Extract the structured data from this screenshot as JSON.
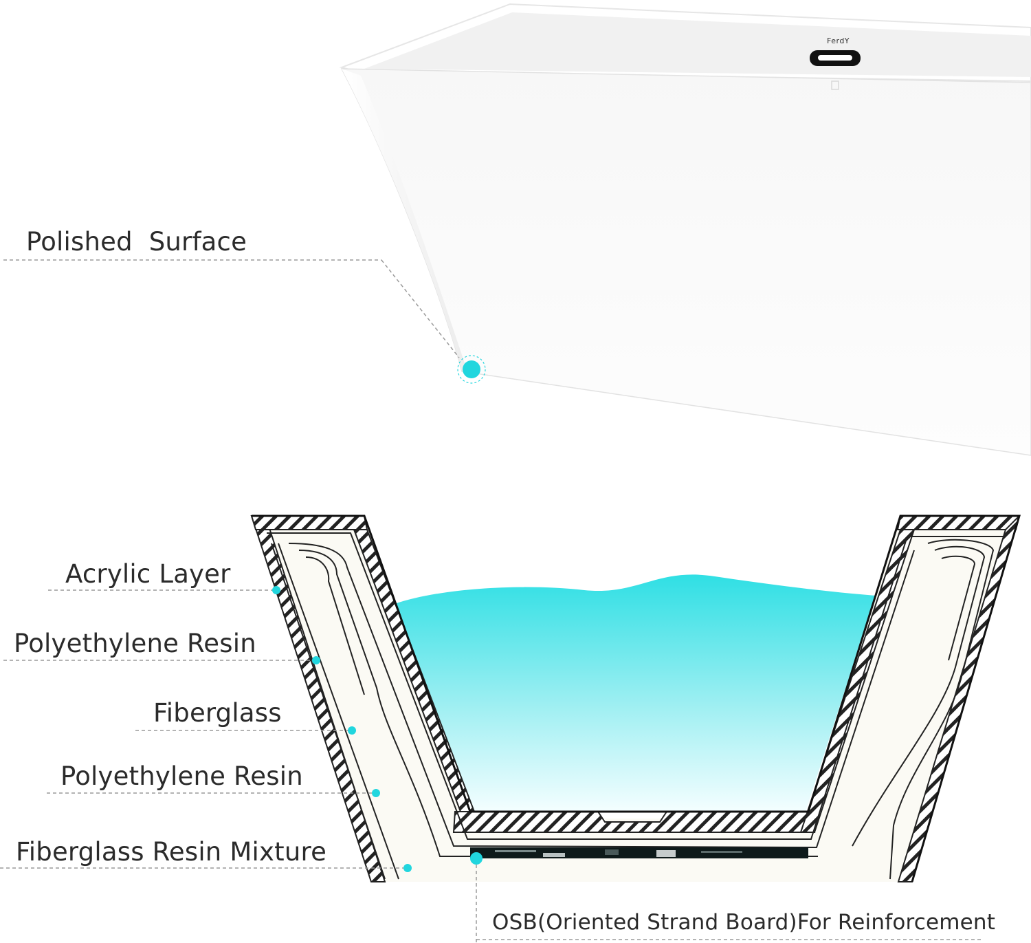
{
  "product": {
    "brand_mark": "FerdY"
  },
  "colors": {
    "accent": "#21d6de",
    "water_top": "#2fdfe4",
    "water_bottom": "#f4feff",
    "hatch": "#222222",
    "leader": "#9a9a9a"
  },
  "callouts": {
    "polished_surface": "Polished  Surface",
    "acrylic_layer": "Acrylic Layer",
    "polyethylene_resin_1": "Polyethylene Resin",
    "fiberglass": "Fiberglass",
    "polyethylene_resin_2": "Polyethylene Resin",
    "fiberglass_resin_mixture": "Fiberglass Resin Mixture",
    "osb": "OSB(Oriented Strand Board)For Reinforcement"
  }
}
